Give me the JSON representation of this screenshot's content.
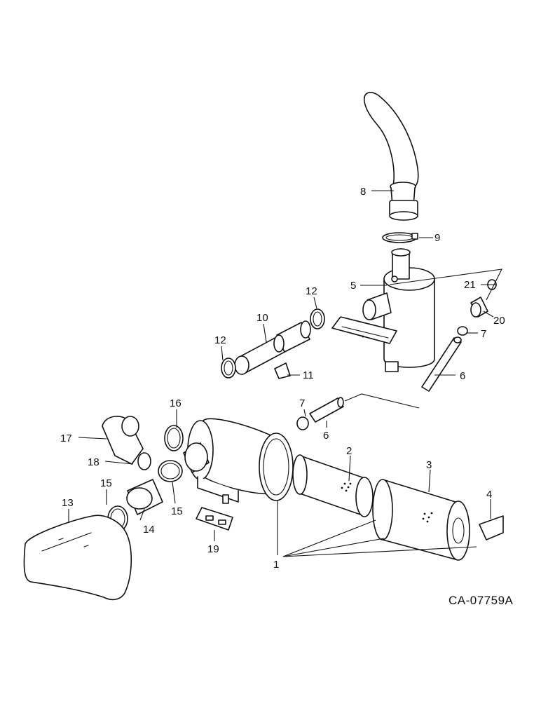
{
  "callouts": {
    "c1": "1",
    "c2": "2",
    "c3": "3",
    "c4": "4",
    "c5": "5",
    "c6a": "6",
    "c6b": "6",
    "c7a": "7",
    "c7b": "7",
    "c8": "8",
    "c9": "9",
    "c10": "10",
    "c11": "11",
    "c12a": "12",
    "c12b": "12",
    "c13": "13",
    "c14": "14",
    "c15a": "15",
    "c15b": "15",
    "c16": "16",
    "c17": "17",
    "c18": "18",
    "c19": "19",
    "c20": "20",
    "c21": "21"
  },
  "drawing_number": "CA-07759A"
}
